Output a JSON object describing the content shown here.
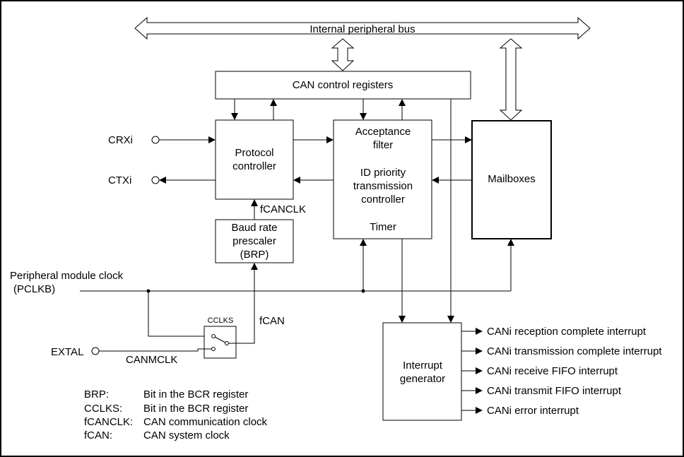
{
  "bus": {
    "label": "Internal peripheral bus"
  },
  "blocks": {
    "can_control_registers": "CAN control registers",
    "protocol_controller": [
      "Protocol",
      "controller"
    ],
    "acceptance_filter": [
      "Acceptance",
      "filter"
    ],
    "id_priority": [
      "ID priority",
      "transmission",
      "controller"
    ],
    "timer": "Timer",
    "mailboxes": "Mailboxes",
    "baud_rate_prescaler": [
      "Baud rate",
      "prescaler",
      "(BRP)"
    ],
    "interrupt_generator": [
      "Interrupt",
      "generator"
    ],
    "cclks_switch": "CCLKS"
  },
  "signals": {
    "crxi": "CRXi",
    "ctxi": "CTXi",
    "fcanclk": "fCANCLK",
    "fcan": "fCAN",
    "peripheral_clock": [
      "Peripheral module clock",
      "(PCLKB)"
    ],
    "extal": "EXTAL",
    "canmclk": "CANMCLK"
  },
  "interrupts": [
    "CANi reception complete interrupt",
    "CANi transmission complete interrupt",
    "CANi receive FIFO interrupt",
    "CANi transmit FIFO interrupt",
    "CANi error interrupt"
  ],
  "legend": [
    {
      "term": "BRP:",
      "desc": "Bit in the BCR register"
    },
    {
      "term": "CCLKS:",
      "desc": "Bit in the BCR register"
    },
    {
      "term": "fCANCLK:",
      "desc": "CAN communication clock"
    },
    {
      "term": "fCAN:",
      "desc": "CAN system clock"
    }
  ]
}
